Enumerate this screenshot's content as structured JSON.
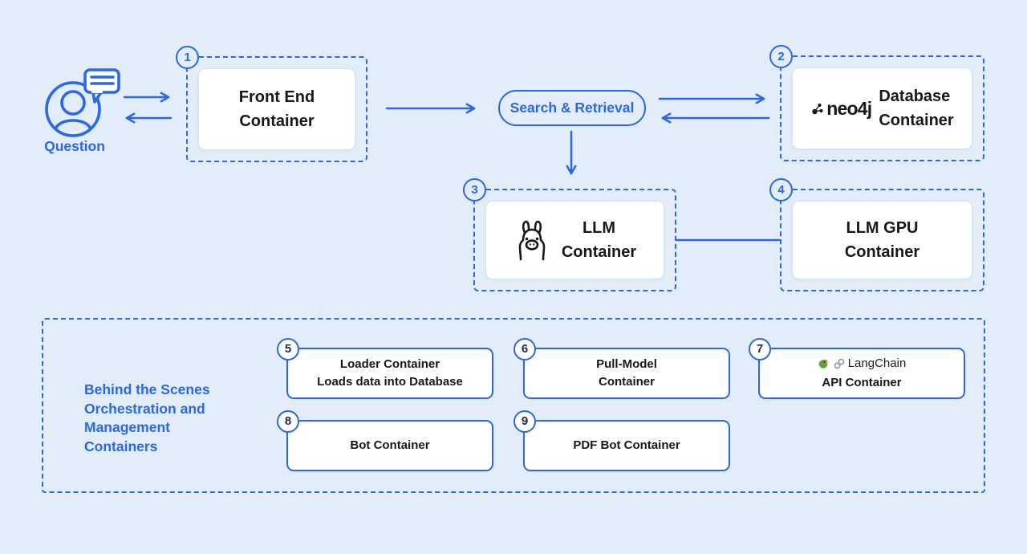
{
  "colors": {
    "accent_blue": "#2c67e5",
    "background": "#e2edf9",
    "text_dark": "#17171c",
    "card_white": "#ffffff"
  },
  "question": {
    "label": "Question"
  },
  "pill": {
    "label": "Search & Retrieval"
  },
  "boxes": {
    "front_end": {
      "num": "1",
      "label": "Front End\nContainer"
    },
    "database": {
      "num": "2",
      "brand": "neo4j",
      "label": "Database\nContainer"
    },
    "llm": {
      "num": "3",
      "label": "LLM\nContainer"
    },
    "llm_gpu": {
      "num": "4",
      "label": "LLM GPU\nContainer"
    },
    "loader": {
      "num": "5",
      "label": "Loader Container\nLoads data into Database"
    },
    "pull_model": {
      "num": "6",
      "label": "Pull-Model\nContainer"
    },
    "api": {
      "num": "7",
      "brand": "LangChain",
      "label": "API Container"
    },
    "bot": {
      "num": "8",
      "label": "Bot Container"
    },
    "pdf_bot": {
      "num": "9",
      "label": "PDF Bot Container"
    }
  },
  "group": {
    "label": "Behind the Scenes\nOrchestration and\nManagement\nContainers"
  },
  "icons": {
    "person": "user-question-icon",
    "llama": "ollama-llama-icon",
    "neo4j_glyph": "neo4j-graph-icon",
    "parrot": "langchain-parrot-icon",
    "link": "chain-link-icon"
  }
}
